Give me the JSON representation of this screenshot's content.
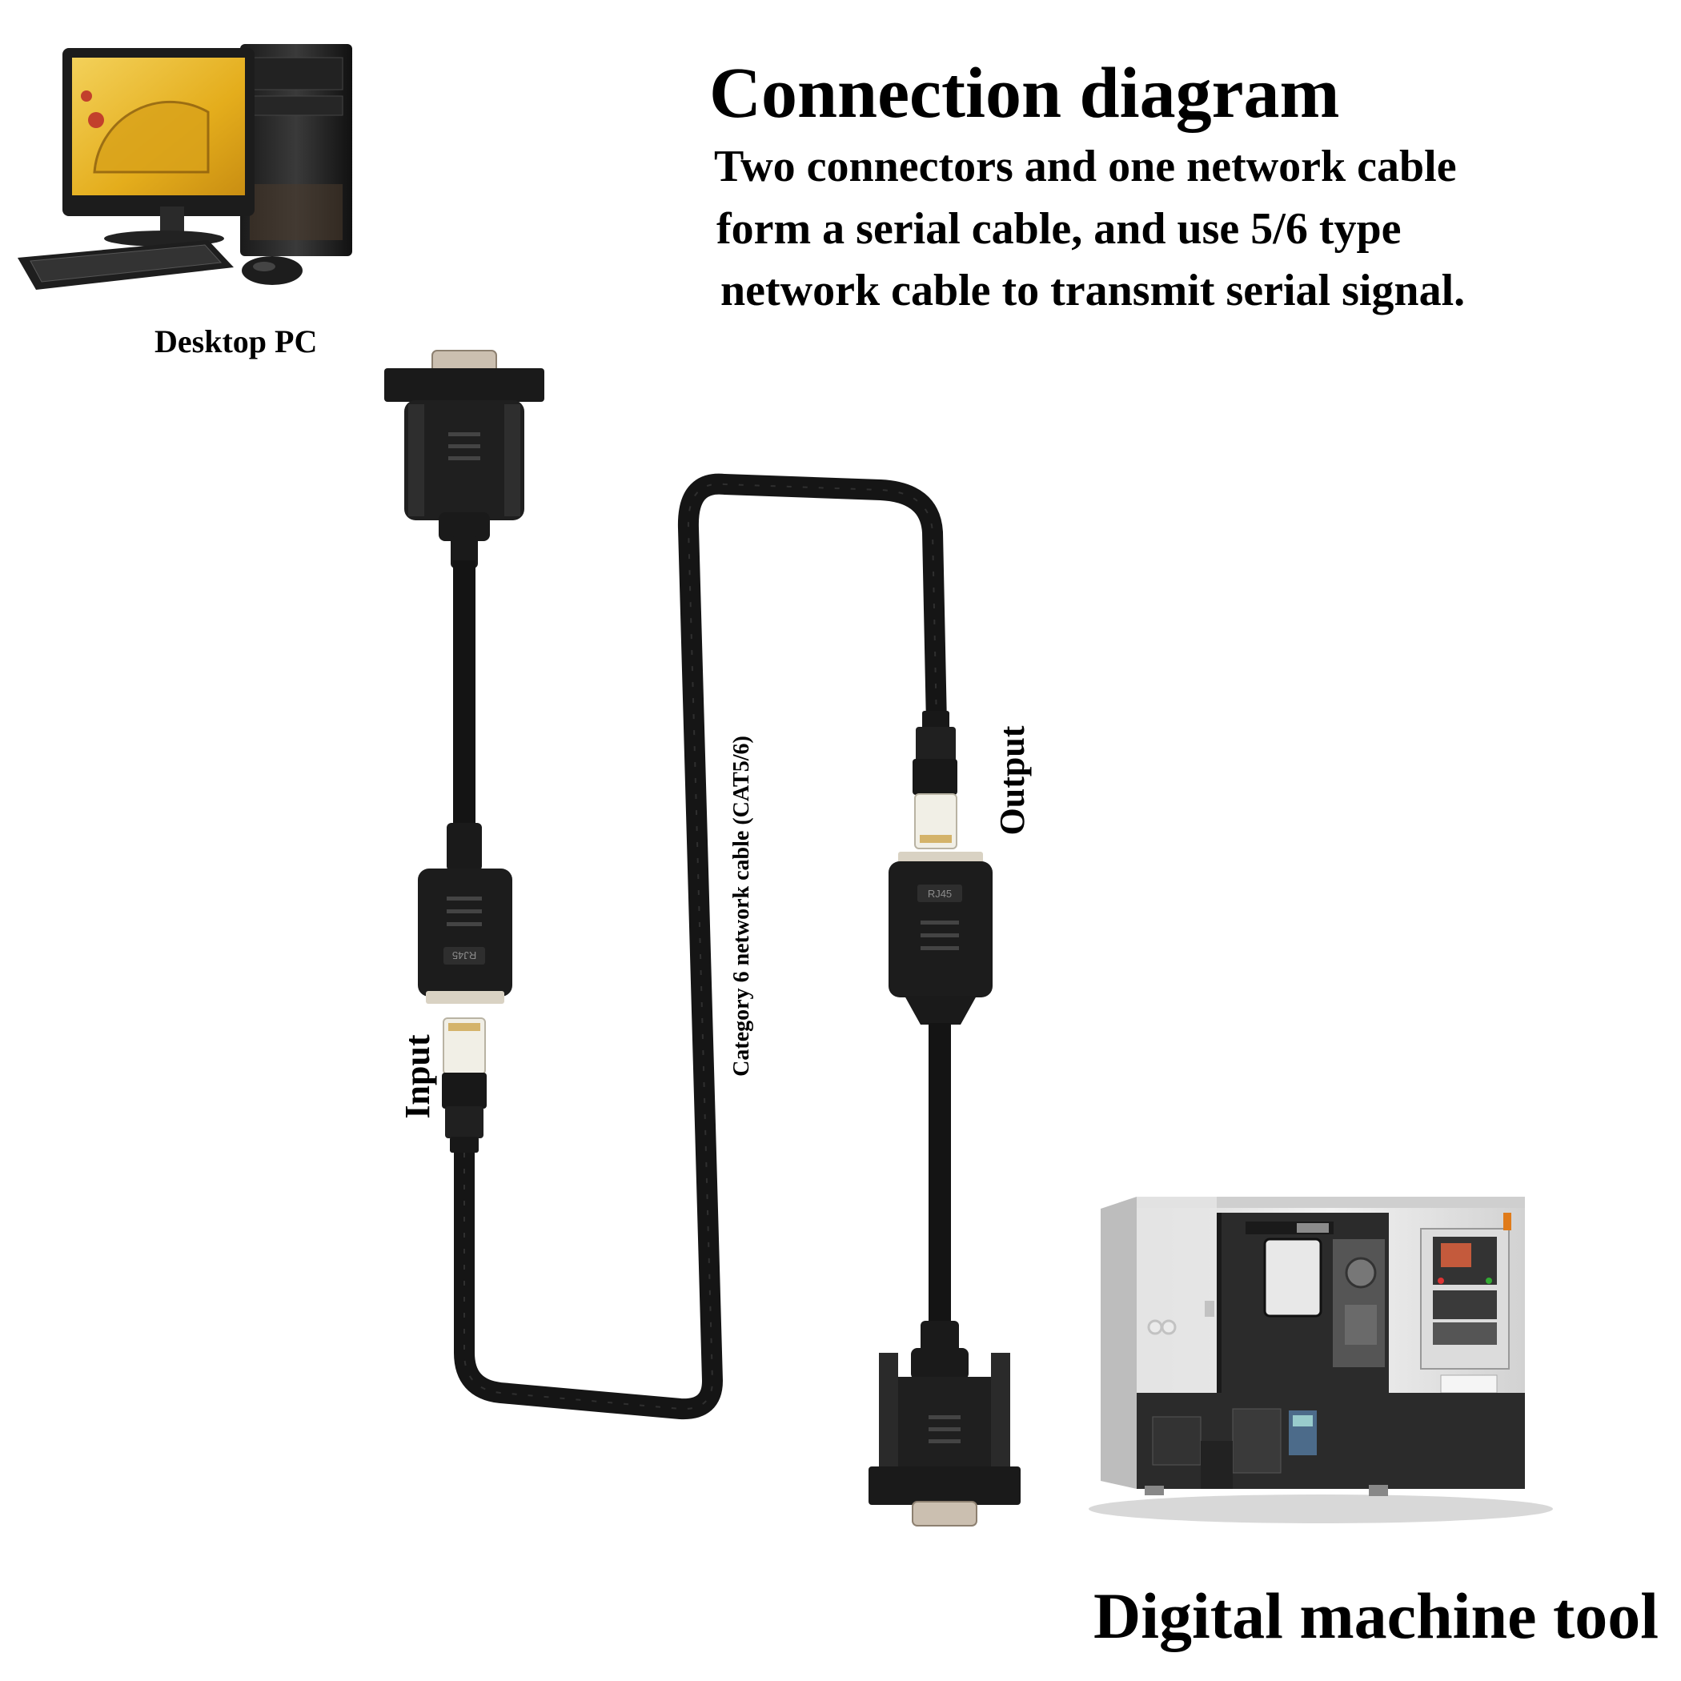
{
  "title": "Connection diagram",
  "description": [
    "Two connectors and one network cable",
    "form a serial cable, and use 5/6 type",
    "network cable to transmit serial signal."
  ],
  "labels": {
    "desktop_pc": "Desktop PC",
    "input": "Input",
    "output": "Output",
    "cable": "Category 6 network cable (CAT5/6)",
    "machine": "Digital machine tool",
    "rj45_top": "RJ45",
    "rj45_bottom": "RJ45"
  },
  "icons": {
    "pc": "desktop-computer-icon",
    "machine": "cnc-lathe-icon",
    "db9": "db9-connector-icon",
    "rj45": "rj45-plug-icon"
  },
  "colors": {
    "cable": "#151515",
    "screen": "#e8b928",
    "machine_body": "#e4e4e4",
    "machine_dark": "#2b2b2b"
  }
}
